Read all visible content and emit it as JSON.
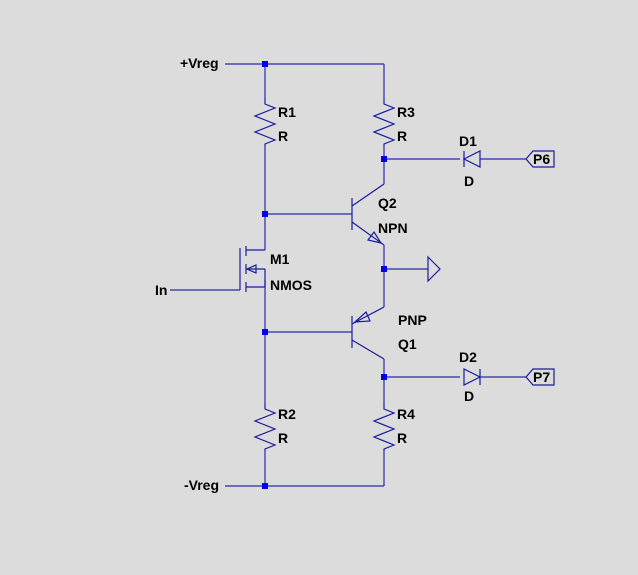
{
  "colors": {
    "wire": "#2a2aa8",
    "junction": "#0000ee",
    "background": "#dcdcdc",
    "text": "#000000"
  },
  "nets": {
    "vreg_pos": "+Vreg",
    "vreg_neg": "-Vreg",
    "input": "In"
  },
  "components": {
    "r1": {
      "ref": "R1",
      "value": "R"
    },
    "r2": {
      "ref": "R2",
      "value": "R"
    },
    "r3": {
      "ref": "R3",
      "value": "R"
    },
    "r4": {
      "ref": "R4",
      "value": "R"
    },
    "d1": {
      "ref": "D1",
      "value": "D"
    },
    "d2": {
      "ref": "D2",
      "value": "D"
    },
    "q1": {
      "ref": "Q1",
      "value": "PNP"
    },
    "q2": {
      "ref": "Q2",
      "value": "NPN"
    },
    "m1": {
      "ref": "M1",
      "value": "NMOS"
    }
  },
  "ports": {
    "p6": "P6",
    "p7": "P7"
  },
  "ground_symbol": "ground-icon"
}
